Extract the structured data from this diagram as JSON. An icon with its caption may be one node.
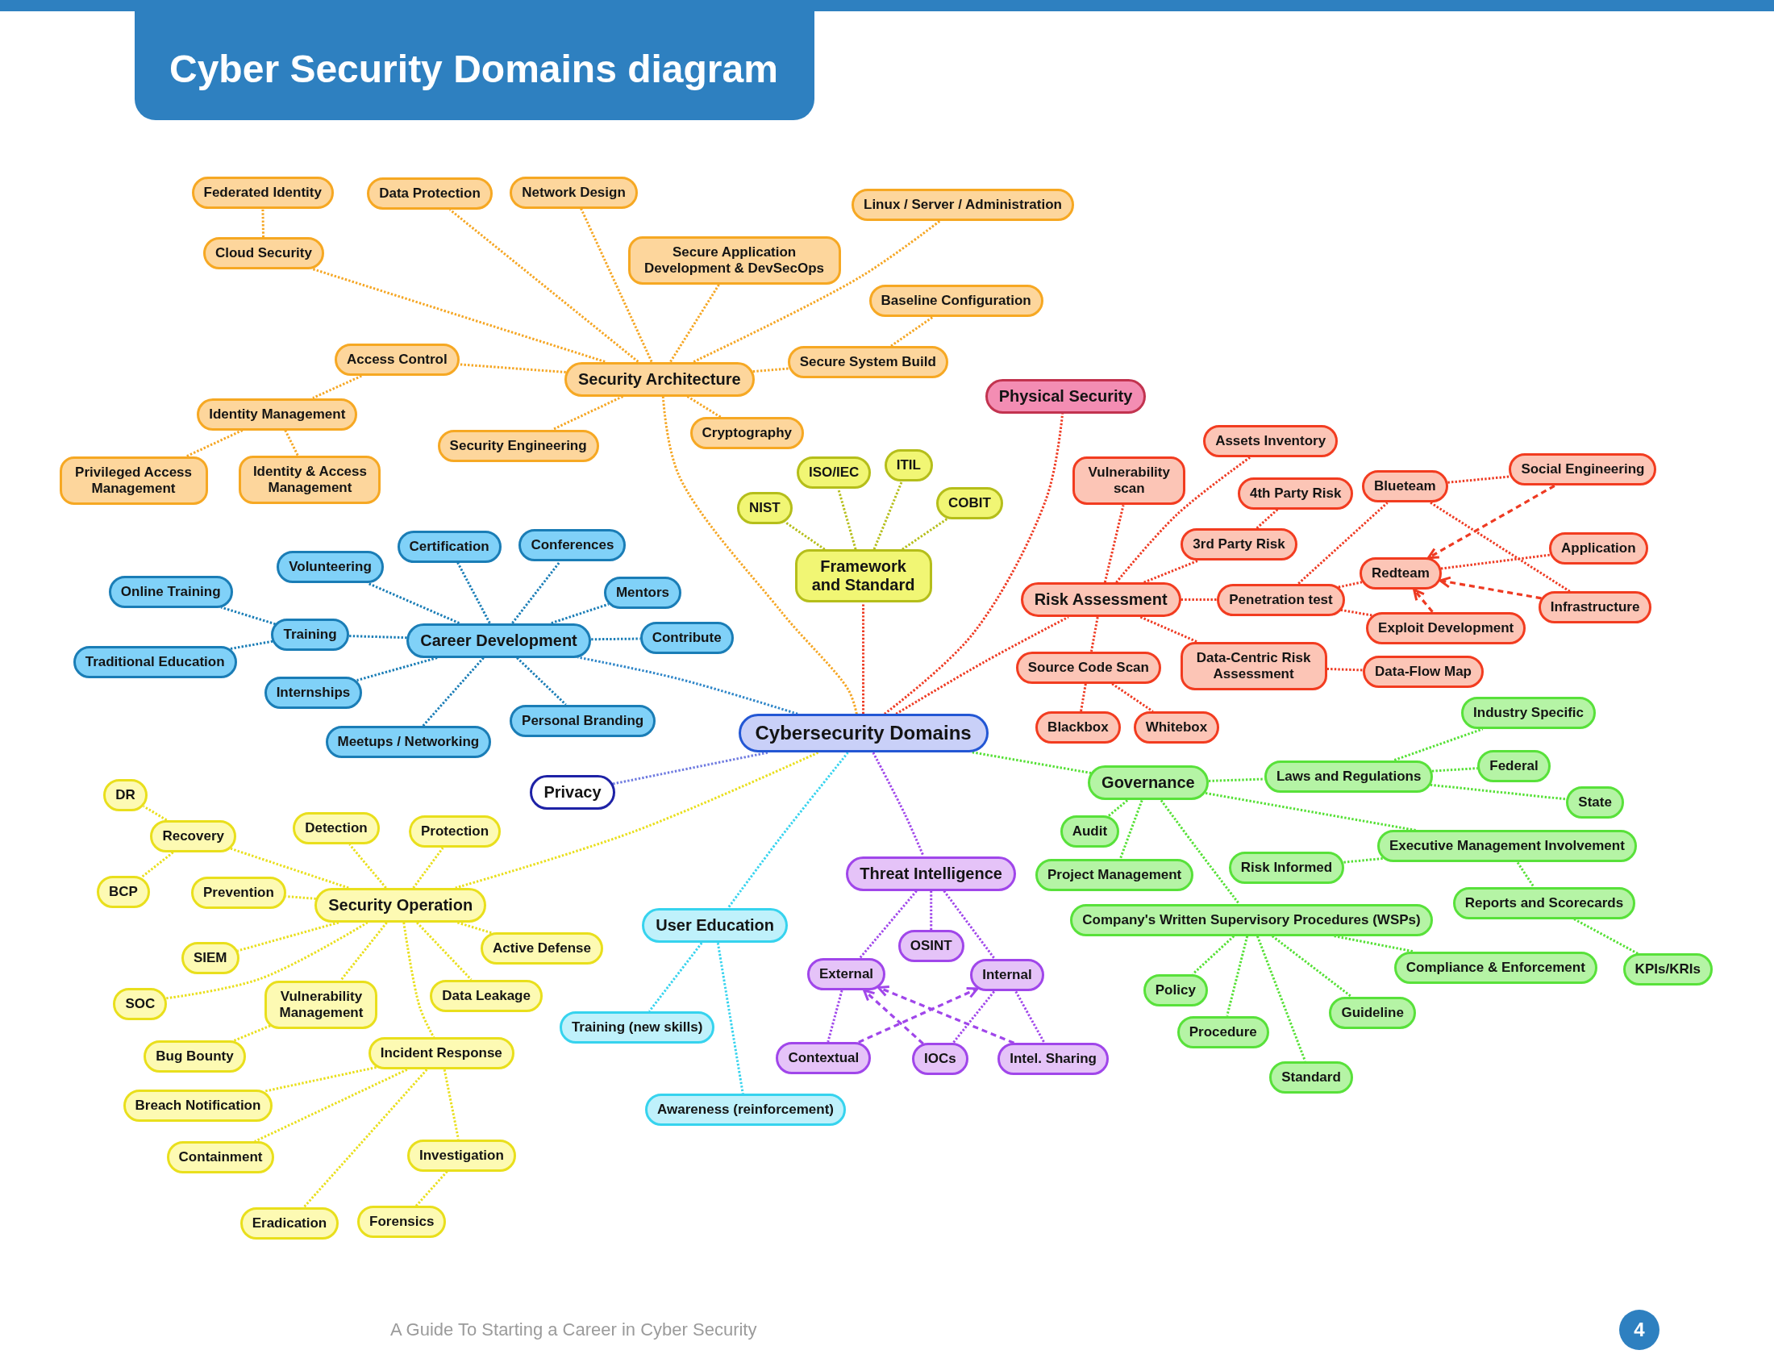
{
  "diagram": {
    "title": "Cyber Security Domains diagram",
    "nodes": [
      {
        "text": [
          "Cybersecurity Domains"
        ]
      },
      {
        "text": [
          "Security Architecture"
        ]
      },
      {
        "text": [
          "Federated Identity"
        ]
      },
      {
        "text": [
          "Cloud Security"
        ]
      },
      {
        "text": [
          "Data Protection"
        ]
      },
      {
        "text": [
          "Network Design"
        ]
      },
      {
        "text": [
          "Secure Application Development & DevSecOps"
        ]
      },
      {
        "text": [
          "Linux / Server / Administration"
        ]
      },
      {
        "text": [
          "Baseline Configuration"
        ]
      },
      {
        "text": [
          "Secure System Build"
        ]
      },
      {
        "text": [
          "Access Control"
        ]
      },
      {
        "text": [
          "Identity Management"
        ]
      },
      {
        "text": [
          "Privileged Access Management"
        ]
      },
      {
        "text": [
          "Identity & Access Management"
        ]
      },
      {
        "text": [
          "Security Engineering"
        ]
      },
      {
        "text": [
          "Cryptography"
        ]
      },
      {
        "text": [
          "Framework and Standard"
        ]
      },
      {
        "text": [
          "NIST"
        ]
      },
      {
        "text": [
          "ISO/IEC"
        ]
      },
      {
        "text": [
          "ITIL"
        ]
      },
      {
        "text": [
          "COBIT"
        ]
      },
      {
        "text": [
          "Physical Security"
        ]
      },
      {
        "text": [
          "Risk Assessment"
        ]
      },
      {
        "text": [
          "Vulnerability scan"
        ]
      },
      {
        "text": [
          "Assets Inventory"
        ]
      },
      {
        "text": [
          "4th Party Risk"
        ]
      },
      {
        "text": [
          "3rd Party Risk"
        ]
      },
      {
        "text": [
          "Penetration test"
        ]
      },
      {
        "text": [
          "Blueteam"
        ]
      },
      {
        "text": [
          "Social Engineering"
        ]
      },
      {
        "text": [
          "Redteam"
        ]
      },
      {
        "text": [
          "Application"
        ]
      },
      {
        "text": [
          "Infrastructure"
        ]
      },
      {
        "text": [
          "Exploit Development"
        ]
      },
      {
        "text": [
          "Source Code Scan"
        ]
      },
      {
        "text": [
          "Data-Centric Risk Assessment"
        ]
      },
      {
        "text": [
          "Data-Flow Map"
        ]
      },
      {
        "text": [
          "Blackbox"
        ]
      },
      {
        "text": [
          "Whitebox"
        ]
      },
      {
        "text": [
          "Career Development"
        ]
      },
      {
        "text": [
          "Volunteering"
        ]
      },
      {
        "text": [
          "Certification"
        ]
      },
      {
        "text": [
          "Conferences"
        ]
      },
      {
        "text": [
          "Mentors"
        ]
      },
      {
        "text": [
          "Contribute"
        ]
      },
      {
        "text": [
          "Training"
        ]
      },
      {
        "text": [
          "Online Training"
        ]
      },
      {
        "text": [
          "Traditional Education"
        ]
      },
      {
        "text": [
          "Internships"
        ]
      },
      {
        "text": [
          "Personal Branding"
        ]
      },
      {
        "text": [
          "Meetups / Networking"
        ]
      },
      {
        "text": [
          "Privacy"
        ]
      },
      {
        "text": [
          "Security Operation"
        ]
      },
      {
        "text": [
          "DR"
        ]
      },
      {
        "text": [
          "Recovery"
        ]
      },
      {
        "text": [
          "BCP"
        ]
      },
      {
        "text": [
          "Detection"
        ]
      },
      {
        "text": [
          "Protection"
        ]
      },
      {
        "text": [
          "Prevention"
        ]
      },
      {
        "text": [
          "SIEM"
        ]
      },
      {
        "text": [
          "SOC"
        ]
      },
      {
        "text": [
          "Vulnerability Management"
        ]
      },
      {
        "text": [
          "Active Defense"
        ]
      },
      {
        "text": [
          "Data Leakage"
        ]
      },
      {
        "text": [
          "Bug Bounty"
        ]
      },
      {
        "text": [
          "Incident Response"
        ]
      },
      {
        "text": [
          "Breach Notification"
        ]
      },
      {
        "text": [
          "Containment"
        ]
      },
      {
        "text": [
          "Investigation"
        ]
      },
      {
        "text": [
          "Eradication"
        ]
      },
      {
        "text": [
          "Forensics"
        ]
      },
      {
        "text": [
          "User Education"
        ]
      },
      {
        "text": [
          "Training (new skills)"
        ]
      },
      {
        "text": [
          "Awareness (reinforcement)"
        ]
      },
      {
        "text": [
          "Threat Intelligence"
        ]
      },
      {
        "text": [
          "OSINT"
        ]
      },
      {
        "text": [
          "External"
        ]
      },
      {
        "text": [
          "Internal"
        ]
      },
      {
        "text": [
          "Contextual"
        ]
      },
      {
        "text": [
          "IOCs"
        ]
      },
      {
        "text": [
          "Intel. Sharing"
        ]
      },
      {
        "text": [
          "Governance"
        ]
      },
      {
        "text": [
          "Laws and Regulations"
        ]
      },
      {
        "text": [
          "Industry Specific"
        ]
      },
      {
        "text": [
          "Federal"
        ]
      },
      {
        "text": [
          "State"
        ]
      },
      {
        "text": [
          "Audit"
        ]
      },
      {
        "text": [
          "Project Management"
        ]
      },
      {
        "text": [
          "Executive Management Involvement"
        ]
      },
      {
        "text": [
          "Risk Informed"
        ]
      },
      {
        "text": [
          "Reports and Scorecards"
        ]
      },
      {
        "text": [
          "KPIs/KRIs"
        ]
      },
      {
        "text": [
          "Company's Written Supervisory Procedures (WSPs)"
        ]
      },
      {
        "text": [
          "Compliance & Enforcement"
        ]
      },
      {
        "text": [
          "Policy"
        ]
      },
      {
        "text": [
          "Procedure"
        ]
      },
      {
        "text": [
          "Guideline"
        ]
      },
      {
        "text": [
          "Standard"
        ]
      }
    ],
    "edges": [
      {
        "from": 0,
        "to": 1,
        "arrow": "none",
        "color": "#f5a623"
      },
      {
        "from": 0,
        "to": 16,
        "arrow": "none",
        "color": "#ee3a22"
      },
      {
        "from": 0,
        "to": 21,
        "arrow": "none",
        "color": "#ee3a22"
      },
      {
        "from": 0,
        "to": 22,
        "arrow": "none",
        "color": "#ee3a22"
      },
      {
        "from": 0,
        "to": 39,
        "arrow": "none",
        "color": "#2f86c8"
      },
      {
        "from": 0,
        "to": 51,
        "arrow": "none",
        "color": "#6f7be0"
      },
      {
        "from": 0,
        "to": 52,
        "arrow": "none",
        "color": "#e9df1c"
      },
      {
        "from": 0,
        "to": 71,
        "arrow": "none",
        "color": "#36d3ee"
      },
      {
        "from": 0,
        "to": 74,
        "arrow": "none",
        "color": "#a046ea"
      },
      {
        "from": 0,
        "to": 81,
        "arrow": "none",
        "color": "#55e035"
      },
      {
        "from": 1,
        "to": 3,
        "arrow": "none",
        "color": "#f5a623"
      },
      {
        "from": 3,
        "to": 2,
        "arrow": "none",
        "color": "#f5a623"
      },
      {
        "from": 1,
        "to": 4,
        "arrow": "none",
        "color": "#f5a623"
      },
      {
        "from": 1,
        "to": 5,
        "arrow": "none",
        "color": "#f5a623"
      },
      {
        "from": 1,
        "to": 6,
        "arrow": "none",
        "color": "#f5a623"
      },
      {
        "from": 1,
        "to": 7,
        "arrow": "none",
        "color": "#f5a623"
      },
      {
        "from": 1,
        "to": 9,
        "arrow": "none",
        "color": "#f5a623"
      },
      {
        "from": 9,
        "to": 8,
        "arrow": "none",
        "color": "#f5a623"
      },
      {
        "from": 1,
        "to": 10,
        "arrow": "none",
        "color": "#f5a623"
      },
      {
        "from": 10,
        "to": 11,
        "arrow": "none",
        "color": "#f5a623"
      },
      {
        "from": 11,
        "to": 12,
        "arrow": "none",
        "color": "#f5a623"
      },
      {
        "from": 11,
        "to": 13,
        "arrow": "none",
        "color": "#f5a623"
      },
      {
        "from": 1,
        "to": 14,
        "arrow": "none",
        "color": "#f5a623"
      },
      {
        "from": 1,
        "to": 15,
        "arrow": "none",
        "color": "#f5a623"
      },
      {
        "from": 16,
        "to": 17,
        "arrow": "none",
        "color": "#b5be1a"
      },
      {
        "from": 16,
        "to": 18,
        "arrow": "none",
        "color": "#b5be1a"
      },
      {
        "from": 16,
        "to": 19,
        "arrow": "none",
        "color": "#b5be1a"
      },
      {
        "from": 16,
        "to": 20,
        "arrow": "none",
        "color": "#b5be1a"
      },
      {
        "from": 22,
        "to": 23,
        "arrow": "none",
        "color": "#ee3a22"
      },
      {
        "from": 22,
        "to": 24,
        "arrow": "none",
        "color": "#ee3a22"
      },
      {
        "from": 22,
        "to": 26,
        "arrow": "none",
        "color": "#ee3a22"
      },
      {
        "from": 26,
        "to": 25,
        "arrow": "none",
        "color": "#ee3a22"
      },
      {
        "from": 22,
        "to": 27,
        "arrow": "none",
        "color": "#ee3a22"
      },
      {
        "from": 22,
        "to": 34,
        "arrow": "none",
        "color": "#ee3a22"
      },
      {
        "from": 22,
        "to": 35,
        "arrow": "none",
        "color": "#ee3a22"
      },
      {
        "from": 35,
        "to": 36,
        "arrow": "none",
        "color": "#ee3a22"
      },
      {
        "from": 34,
        "to": 37,
        "arrow": "none",
        "color": "#ee3a22"
      },
      {
        "from": 34,
        "to": 38,
        "arrow": "none",
        "color": "#ee3a22"
      },
      {
        "from": 27,
        "to": 28,
        "arrow": "none",
        "color": "#ee3a22"
      },
      {
        "from": 27,
        "to": 30,
        "arrow": "none",
        "color": "#ee3a22"
      },
      {
        "from": 27,
        "to": 33,
        "arrow": "none",
        "color": "#ee3a22"
      },
      {
        "from": 28,
        "to": 29,
        "arrow": "none",
        "color": "#ee3a22"
      },
      {
        "from": 28,
        "to": 32,
        "arrow": "none",
        "color": "#ee3a22"
      },
      {
        "from": 30,
        "to": 31,
        "arrow": "none",
        "color": "#ee3a22"
      },
      {
        "from": 29,
        "to": 30,
        "arrow": "to",
        "style": "dashed",
        "color": "#ee3a22"
      },
      {
        "from": 32,
        "to": 30,
        "arrow": "to",
        "style": "dashed",
        "color": "#ee3a22"
      },
      {
        "from": 33,
        "to": 30,
        "arrow": "to",
        "style": "dashed",
        "color": "#ee3a22"
      },
      {
        "from": 39,
        "to": 40,
        "arrow": "none",
        "color": "#1a7db6"
      },
      {
        "from": 39,
        "to": 41,
        "arrow": "none",
        "color": "#1a7db6"
      },
      {
        "from": 39,
        "to": 42,
        "arrow": "none",
        "color": "#1a7db6"
      },
      {
        "from": 39,
        "to": 43,
        "arrow": "none",
        "color": "#1a7db6"
      },
      {
        "from": 39,
        "to": 44,
        "arrow": "none",
        "color": "#1a7db6"
      },
      {
        "from": 39,
        "to": 45,
        "arrow": "none",
        "color": "#1a7db6"
      },
      {
        "from": 45,
        "to": 46,
        "arrow": "none",
        "color": "#1a7db6"
      },
      {
        "from": 45,
        "to": 47,
        "arrow": "none",
        "color": "#1a7db6"
      },
      {
        "from": 39,
        "to": 48,
        "arrow": "none",
        "color": "#1a7db6"
      },
      {
        "from": 39,
        "to": 49,
        "arrow": "none",
        "color": "#1a7db6"
      },
      {
        "from": 39,
        "to": 50,
        "arrow": "none",
        "color": "#1a7db6"
      },
      {
        "from": 52,
        "to": 54,
        "arrow": "none",
        "color": "#e9df1c"
      },
      {
        "from": 54,
        "to": 53,
        "arrow": "none",
        "color": "#e9df1c"
      },
      {
        "from": 54,
        "to": 55,
        "arrow": "none",
        "color": "#e9df1c"
      },
      {
        "from": 52,
        "to": 56,
        "arrow": "none",
        "color": "#e9df1c"
      },
      {
        "from": 52,
        "to": 57,
        "arrow": "none",
        "color": "#e9df1c"
      },
      {
        "from": 52,
        "to": 58,
        "arrow": "none",
        "color": "#e9df1c"
      },
      {
        "from": 52,
        "to": 59,
        "arrow": "none",
        "color": "#e9df1c"
      },
      {
        "from": 52,
        "to": 60,
        "arrow": "none",
        "color": "#e9df1c"
      },
      {
        "from": 52,
        "to": 61,
        "arrow": "none",
        "color": "#e9df1c"
      },
      {
        "from": 61,
        "to": 64,
        "arrow": "none",
        "color": "#e9df1c"
      },
      {
        "from": 52,
        "to": 62,
        "arrow": "none",
        "color": "#e9df1c"
      },
      {
        "from": 52,
        "to": 63,
        "arrow": "none",
        "color": "#e9df1c"
      },
      {
        "from": 52,
        "to": 65,
        "arrow": "none",
        "color": "#e9df1c"
      },
      {
        "from": 65,
        "to": 66,
        "arrow": "none",
        "color": "#e9df1c"
      },
      {
        "from": 65,
        "to": 67,
        "arrow": "none",
        "color": "#e9df1c"
      },
      {
        "from": 65,
        "to": 69,
        "arrow": "none",
        "color": "#e9df1c"
      },
      {
        "from": 65,
        "to": 68,
        "arrow": "none",
        "color": "#e9df1c"
      },
      {
        "from": 68,
        "to": 70,
        "arrow": "none",
        "color": "#e9df1c"
      },
      {
        "from": 71,
        "to": 72,
        "arrow": "none",
        "color": "#36d3ee"
      },
      {
        "from": 71,
        "to": 73,
        "arrow": "none",
        "color": "#36d3ee"
      },
      {
        "from": 74,
        "to": 76,
        "arrow": "none",
        "color": "#a046ea"
      },
      {
        "from": 74,
        "to": 75,
        "arrow": "none",
        "color": "#a046ea"
      },
      {
        "from": 74,
        "to": 77,
        "arrow": "none",
        "color": "#a046ea"
      },
      {
        "from": 76,
        "to": 78,
        "arrow": "none",
        "color": "#a046ea"
      },
      {
        "from": 77,
        "to": 79,
        "arrow": "none",
        "color": "#a046ea"
      },
      {
        "from": 77,
        "to": 80,
        "arrow": "none",
        "color": "#a046ea"
      },
      {
        "from": 78,
        "to": 77,
        "arrow": "to",
        "style": "dashed",
        "color": "#a046ea"
      },
      {
        "from": 79,
        "to": 76,
        "arrow": "to",
        "style": "dashed",
        "color": "#a046ea"
      },
      {
        "from": 80,
        "to": 76,
        "arrow": "to",
        "style": "dashed",
        "color": "#a046ea"
      },
      {
        "from": 81,
        "to": 82,
        "arrow": "none",
        "color": "#55e035"
      },
      {
        "from": 82,
        "to": 83,
        "arrow": "none",
        "color": "#55e035"
      },
      {
        "from": 82,
        "to": 84,
        "arrow": "none",
        "color": "#55e035"
      },
      {
        "from": 82,
        "to": 85,
        "arrow": "none",
        "color": "#55e035"
      },
      {
        "from": 81,
        "to": 86,
        "arrow": "none",
        "color": "#55e035"
      },
      {
        "from": 81,
        "to": 87,
        "arrow": "none",
        "color": "#55e035"
      },
      {
        "from": 81,
        "to": 88,
        "arrow": "none",
        "color": "#55e035"
      },
      {
        "from": 88,
        "to": 89,
        "arrow": "none",
        "color": "#55e035"
      },
      {
        "from": 88,
        "to": 90,
        "arrow": "none",
        "color": "#55e035"
      },
      {
        "from": 90,
        "to": 91,
        "arrow": "none",
        "color": "#55e035"
      },
      {
        "from": 81,
        "to": 92,
        "arrow": "none",
        "color": "#55e035"
      },
      {
        "from": 92,
        "to": 93,
        "arrow": "none",
        "color": "#55e035"
      },
      {
        "from": 92,
        "to": 94,
        "arrow": "none",
        "color": "#55e035"
      },
      {
        "from": 92,
        "to": 95,
        "arrow": "none",
        "color": "#55e035"
      },
      {
        "from": 92,
        "to": 96,
        "arrow": "none",
        "color": "#55e035"
      },
      {
        "from": 92,
        "to": 97,
        "arrow": "none",
        "color": "#55e035"
      }
    ],
    "labels": [
      "A Guide To Starting a Career in Cyber Security",
      "4"
    ]
  }
}
